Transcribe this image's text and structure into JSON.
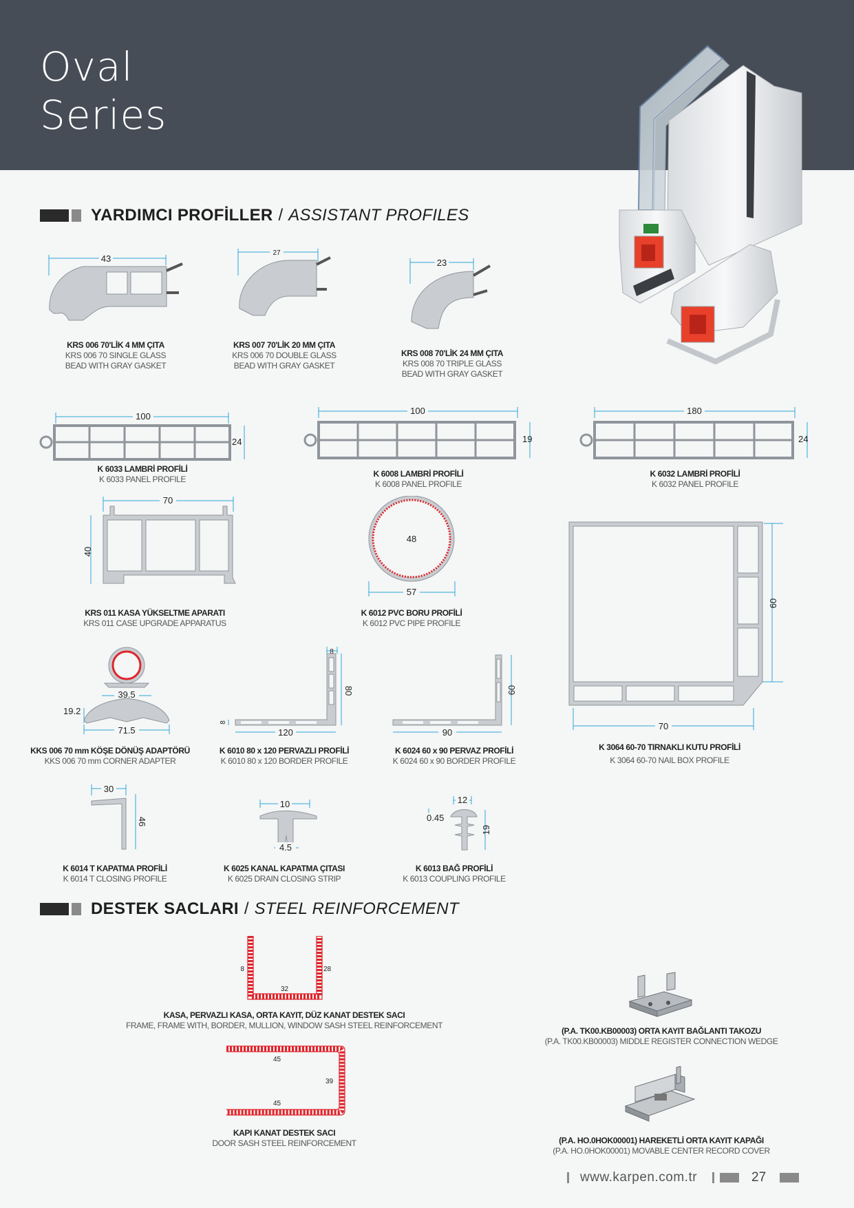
{
  "header": {
    "title_line1": "Oval",
    "title_line2": "Series"
  },
  "sections": {
    "assistant": {
      "tr": "YARDIMCI PROFİLLER",
      "sep": "/",
      "en": "ASSISTANT PROFILES"
    },
    "steel": {
      "tr": "DESTEK SACLARI",
      "sep": "/",
      "en": "STEEL REINFORCEMENT"
    }
  },
  "profiles": {
    "krs006": {
      "name_tr": "KRS 006 70'LİK 4 MM ÇITA",
      "name_en1": "KRS 006 70 SINGLE GLASS",
      "name_en2": "BEAD WITH GRAY GASKET",
      "dims": [
        "43"
      ]
    },
    "krs007": {
      "name_tr": "KRS 007 70'LİK 20 MM ÇITA",
      "name_en1": "KRS 006 70 DOUBLE GLASS",
      "name_en2": "BEAD WITH GRAY GASKET",
      "dims": [
        "27"
      ]
    },
    "krs008": {
      "name_tr": "KRS 008 70'LİK 24 MM ÇITA",
      "name_en1": "KRS 008 70 TRIPLE GLASS",
      "name_en2": "BEAD WITH GRAY GASKET",
      "dims": [
        "23"
      ]
    },
    "k6033": {
      "name_tr": "K 6033 LAMBRİ PROFİLİ",
      "name_en": "K 6033 PANEL PROFILE",
      "dims": [
        "100",
        "24"
      ]
    },
    "k6008": {
      "name_tr": "K 6008 LAMBRİ PROFİLİ",
      "name_en": "K 6008 PANEL PROFILE",
      "dims": [
        "100",
        "19"
      ]
    },
    "k6032": {
      "name_tr": "K 6032 LAMBRİ PROFİLİ",
      "name_en": "K 6032 PANEL PROFILE",
      "dims": [
        "180",
        "24"
      ]
    },
    "krs011": {
      "name_tr": "KRS 011 KASA YÜKSELTME APARATI",
      "name_en": "KRS 011 CASE UPGRADE APPARATUS",
      "dims": [
        "70",
        "40"
      ]
    },
    "k6012": {
      "name_tr": "K 6012 PVC BORU PROFİLİ",
      "name_en": "K 6012 PVC PIPE PROFILE",
      "dims": [
        "48",
        "57"
      ]
    },
    "k3064": {
      "name_tr": "K 3064 60-70 TIRNAKLI KUTU PROFİLİ",
      "name_en": "K 3064 60-70 NAIL BOX PROFILE",
      "dims": [
        "60",
        "70"
      ]
    },
    "kks006": {
      "name_tr": "KKS 006 70 mm KÖŞE DÖNÜŞ ADAPTÖRÜ",
      "name_en": "KKS 006 70 mm CORNER ADAPTER",
      "dims": [
        "39.5",
        "19.2",
        "71.5"
      ]
    },
    "k6010": {
      "name_tr": "K 6010 80 x 120 PERVAZLI PROFİLİ",
      "name_en": "K 6010 80 x 120 BORDER PROFILE",
      "dims": [
        "8",
        "80",
        "8",
        "120"
      ]
    },
    "k6024": {
      "name_tr": "K 6024 60 x 90 PERVAZ PROFİLİ",
      "name_en": "K 6024 60 x 90 BORDER PROFILE",
      "dims": [
        "60",
        "90"
      ]
    },
    "k6014": {
      "name_tr": "K 6014 T KAPATMA PROFİLİ",
      "name_en": "K 6014 T CLOSING PROFILE",
      "dims": [
        "30",
        "46"
      ]
    },
    "k6025": {
      "name_tr": "K 6025 KANAL KAPATMA ÇITASI",
      "name_en": "K 6025 DRAIN CLOSING STRIP",
      "dims": [
        "10",
        "4.5"
      ]
    },
    "k6013": {
      "name_tr": "K 6013 BAĞ PROFİLİ",
      "name_en": "K 6013 COUPLING PROFILE",
      "dims": [
        "12",
        "0.45",
        "19"
      ]
    }
  },
  "steel": {
    "frame": {
      "name_tr": "KASA, PERVAZLI KASA, ORTA KAYIT, DÜZ KANAT DESTEK SACI",
      "name_en": "FRAME, FRAME WITH, BORDER, MULLION, WINDOW SASH STEEL REINFORCEMENT",
      "dims": [
        "28",
        "32",
        "28"
      ]
    },
    "door": {
      "name_tr": "KAPI KANAT DESTEK SACI",
      "name_en": "DOOR SASH STEEL REINFORCEMENT",
      "dims": [
        "45",
        "39",
        "45"
      ]
    }
  },
  "accessories": {
    "wedge": {
      "name_tr": "(P.A. TK00.KB00003) ORTA KAYIT BAĞLANTI TAKOZU",
      "name_en": "(P.A. TK00.KB00003) MIDDLE REGISTER CONNECTION WEDGE"
    },
    "cover": {
      "name_tr": "(P.A. HO.0HOK00001) HAREKETLİ ORTA KAYIT KAPAĞI",
      "name_en": "(P.A. HO.0HOK00001) MOVABLE CENTER RECORD COVER"
    }
  },
  "footer": {
    "url": "www.karpen.com.tr",
    "page": "27"
  },
  "colors": {
    "banner": "#464d57",
    "dimension": "#2aa8d8",
    "reinforcement": "#e0242b",
    "profile": "#c9cdd1"
  }
}
